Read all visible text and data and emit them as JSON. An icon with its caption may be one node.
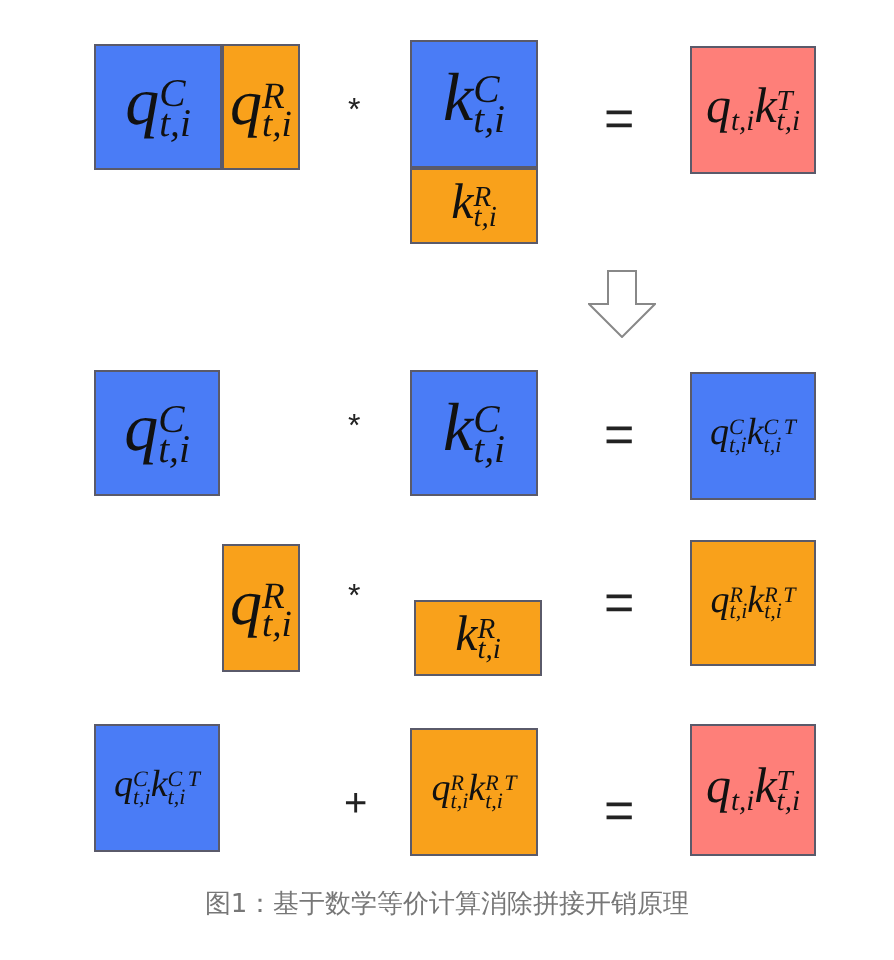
{
  "diagram": {
    "caption": "图1：基于数学等价计算消除拼接开销原理",
    "nodes": [
      {
        "text": [
          "q$^{C}$$_{t,i}$"
        ]
      },
      {
        "text": [
          "q$^{R}$$_{t,i}$"
        ]
      },
      {
        "text": [
          "k$^{C}$$_{t,i}$"
        ]
      },
      {
        "text": [
          "k$^{R}$$_{t,i}$"
        ]
      },
      {
        "text": [
          "q$_{t,i}$k$^{T}$$_{t,i}$"
        ]
      },
      {
        "text": [
          "q$^{C}$$_{t,i}$"
        ]
      },
      {
        "text": [
          "k$^{C}$$_{t,i}$"
        ]
      },
      {
        "text": [
          "q$^{C}$$_{t,i}$k$^{C T}$$_{t,i}$"
        ]
      },
      {
        "text": [
          "q$^{R}$$_{t,i}$"
        ]
      },
      {
        "text": [
          "k$^{R}$$_{t,i}$"
        ]
      },
      {
        "text": [
          "q$^{R}$$_{t,i}$k$^{R T}$$_{t,i}$"
        ]
      },
      {
        "text": [
          "q$^{C}$$_{t,i}$k$^{C T}$$_{t,i}$"
        ]
      },
      {
        "text": [
          "q$^{R}$$_{t,i}$k$^{R T}$$_{t,i}$"
        ]
      },
      {
        "text": [
          "q$_{t,i}$k$^{T}$$_{t,i}$"
        ]
      }
    ],
    "labels": [
      "*",
      "=",
      "*",
      "=",
      "*",
      "=",
      "+",
      "="
    ]
  }
}
